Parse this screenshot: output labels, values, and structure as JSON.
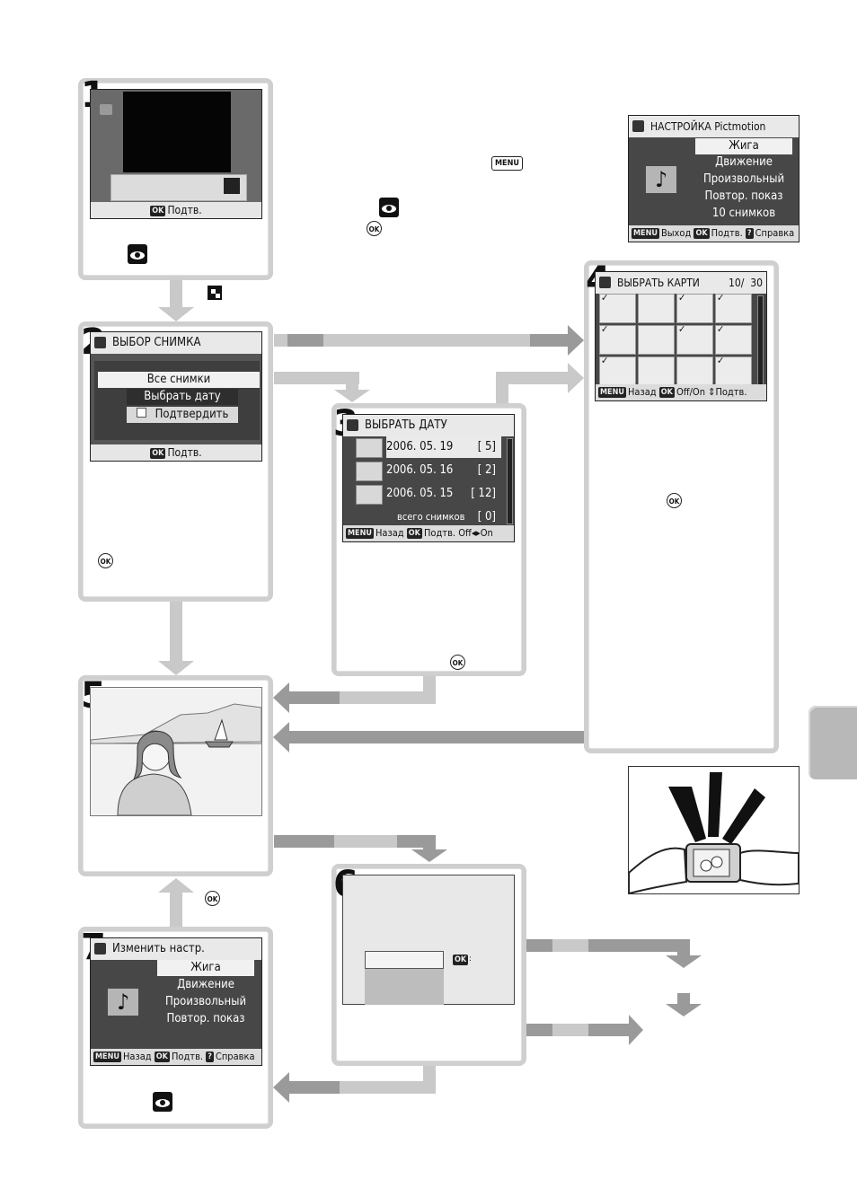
{
  "colors": {
    "flow_light": "#c9c9c9",
    "flow_dark": "#9a9a9a",
    "screen_bg": "#474747",
    "box_border": "#cfcfcf",
    "tab": "#b8b8b8"
  },
  "steps": {
    "s1": {
      "num": "1",
      "footer": "Подтв."
    },
    "s2": {
      "num": "2",
      "title": "ВЫБОР СНИМКА",
      "items": [
        "Все снимки",
        "Выбрать дату",
        "Подтвердить"
      ],
      "footer": "Подтв."
    },
    "s3": {
      "num": "3",
      "title": "ВЫБРАТЬ ДАТУ",
      "rows": [
        {
          "date": "2006. 05. 19",
          "count": "5"
        },
        {
          "date": "2006. 05. 16",
          "count": "2"
        },
        {
          "date": "2006. 05. 15",
          "count": "12"
        }
      ],
      "total_label": "всего снимков",
      "total_count": "0",
      "footer_back": "Назад",
      "footer_ok": "Подтв.",
      "footer_toggle_off": "Off",
      "footer_toggle_on": "On"
    },
    "s4": {
      "num": "4",
      "title": "ВЫБРАТЬ КАРТИ",
      "counter_cur": "10/",
      "counter_total": "30",
      "footer_back": "Назад",
      "footer_ok": "Off/On",
      "footer_zoom": "Подтв."
    },
    "s5": {
      "num": "5"
    },
    "s6": {
      "num": "6"
    },
    "s7": {
      "num": "7",
      "title": "Изменить настр.",
      "items": [
        "Жига",
        "Движение",
        "Произвольный",
        "Повтор. показ"
      ],
      "footer_back": "Назад",
      "footer_ok": "Подтв.",
      "footer_help": "Справка"
    }
  },
  "setup_screen": {
    "title": "НАСТРОЙКА Pictmotion",
    "items": [
      "Жига",
      "Движение",
      "Произвольный",
      "Повтор. показ",
      "10 снимков"
    ],
    "footer_exit": "Выход",
    "footer_ok": "Подтв.",
    "footer_help": "Справка"
  },
  "keys": {
    "menu": "MENU",
    "ok": "OK",
    "ok_small": "OK"
  },
  "icons": [
    "pictmotion-icon",
    "ok-button-icon",
    "menu-button-icon",
    "music-note-icon",
    "check-icon",
    "zoom-icon"
  ]
}
